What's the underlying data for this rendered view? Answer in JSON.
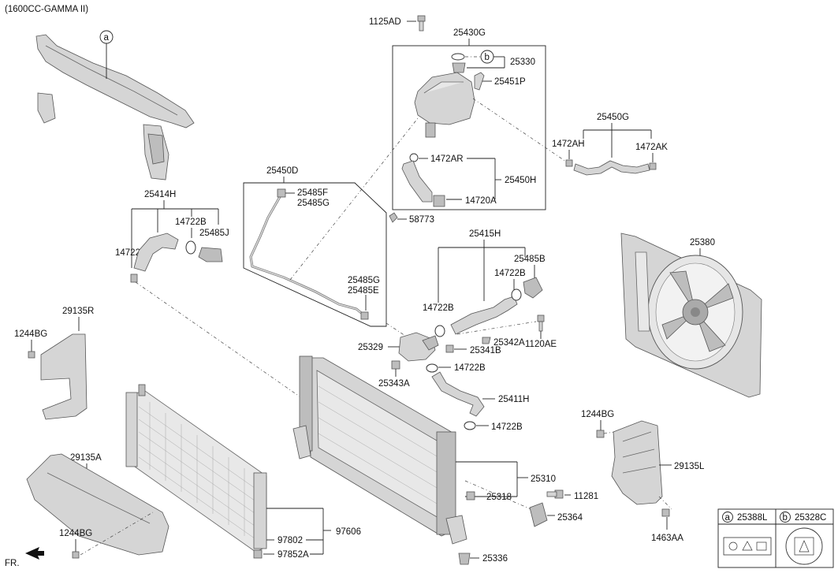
{
  "diagram": {
    "title": "(1600CC-GAMMA II)",
    "front_label": "FR.",
    "callouts": {
      "a": "a",
      "b": "b"
    },
    "labels": {
      "p1125AD": "1125AD",
      "p25430G": "25430G",
      "p25330": "25330",
      "p25451P": "25451P",
      "p1472AR": "1472AR",
      "p25450H": "25450H",
      "p14720A": "14720A",
      "p25450G": "25450G",
      "p1472AH": "1472AH",
      "p1472AK": "1472AK",
      "p25450D": "25450D",
      "p25485F": "25485F",
      "p25485G_a": "25485G",
      "p58773": "58773",
      "p25485G_b": "25485G",
      "p25485E": "25485E",
      "p25414H": "25414H",
      "p14722B_a": "14722B",
      "p25485J": "25485J",
      "p14722B_b": "14722B",
      "p25415H": "25415H",
      "p25485B": "25485B",
      "p14722B_c": "14722B",
      "p14722B_d": "14722B",
      "p25342A": "25342A",
      "p1120AE": "1120AE",
      "p25329": "25329",
      "p25341B": "25341B",
      "p14722B_e": "14722B",
      "p25343A": "25343A",
      "p25411H": "25411H",
      "p14722B_f": "14722B",
      "p25380": "25380",
      "p29135R": "29135R",
      "p1244BG_a": "1244BG",
      "p29135A": "29135A",
      "p1244BG_b": "1244BG",
      "p1244BG_c": "1244BG",
      "p29135L": "29135L",
      "p25310": "25310",
      "p25318": "25318",
      "p11281": "11281",
      "p25364": "25364",
      "p1463AA": "1463AA",
      "p97606": "97606",
      "p97802": "97802",
      "p97852A": "97852A",
      "p25336": "25336"
    },
    "legend": {
      "a_label": "a",
      "a_part": "25388L",
      "b_label": "b",
      "b_part": "25328C"
    }
  }
}
